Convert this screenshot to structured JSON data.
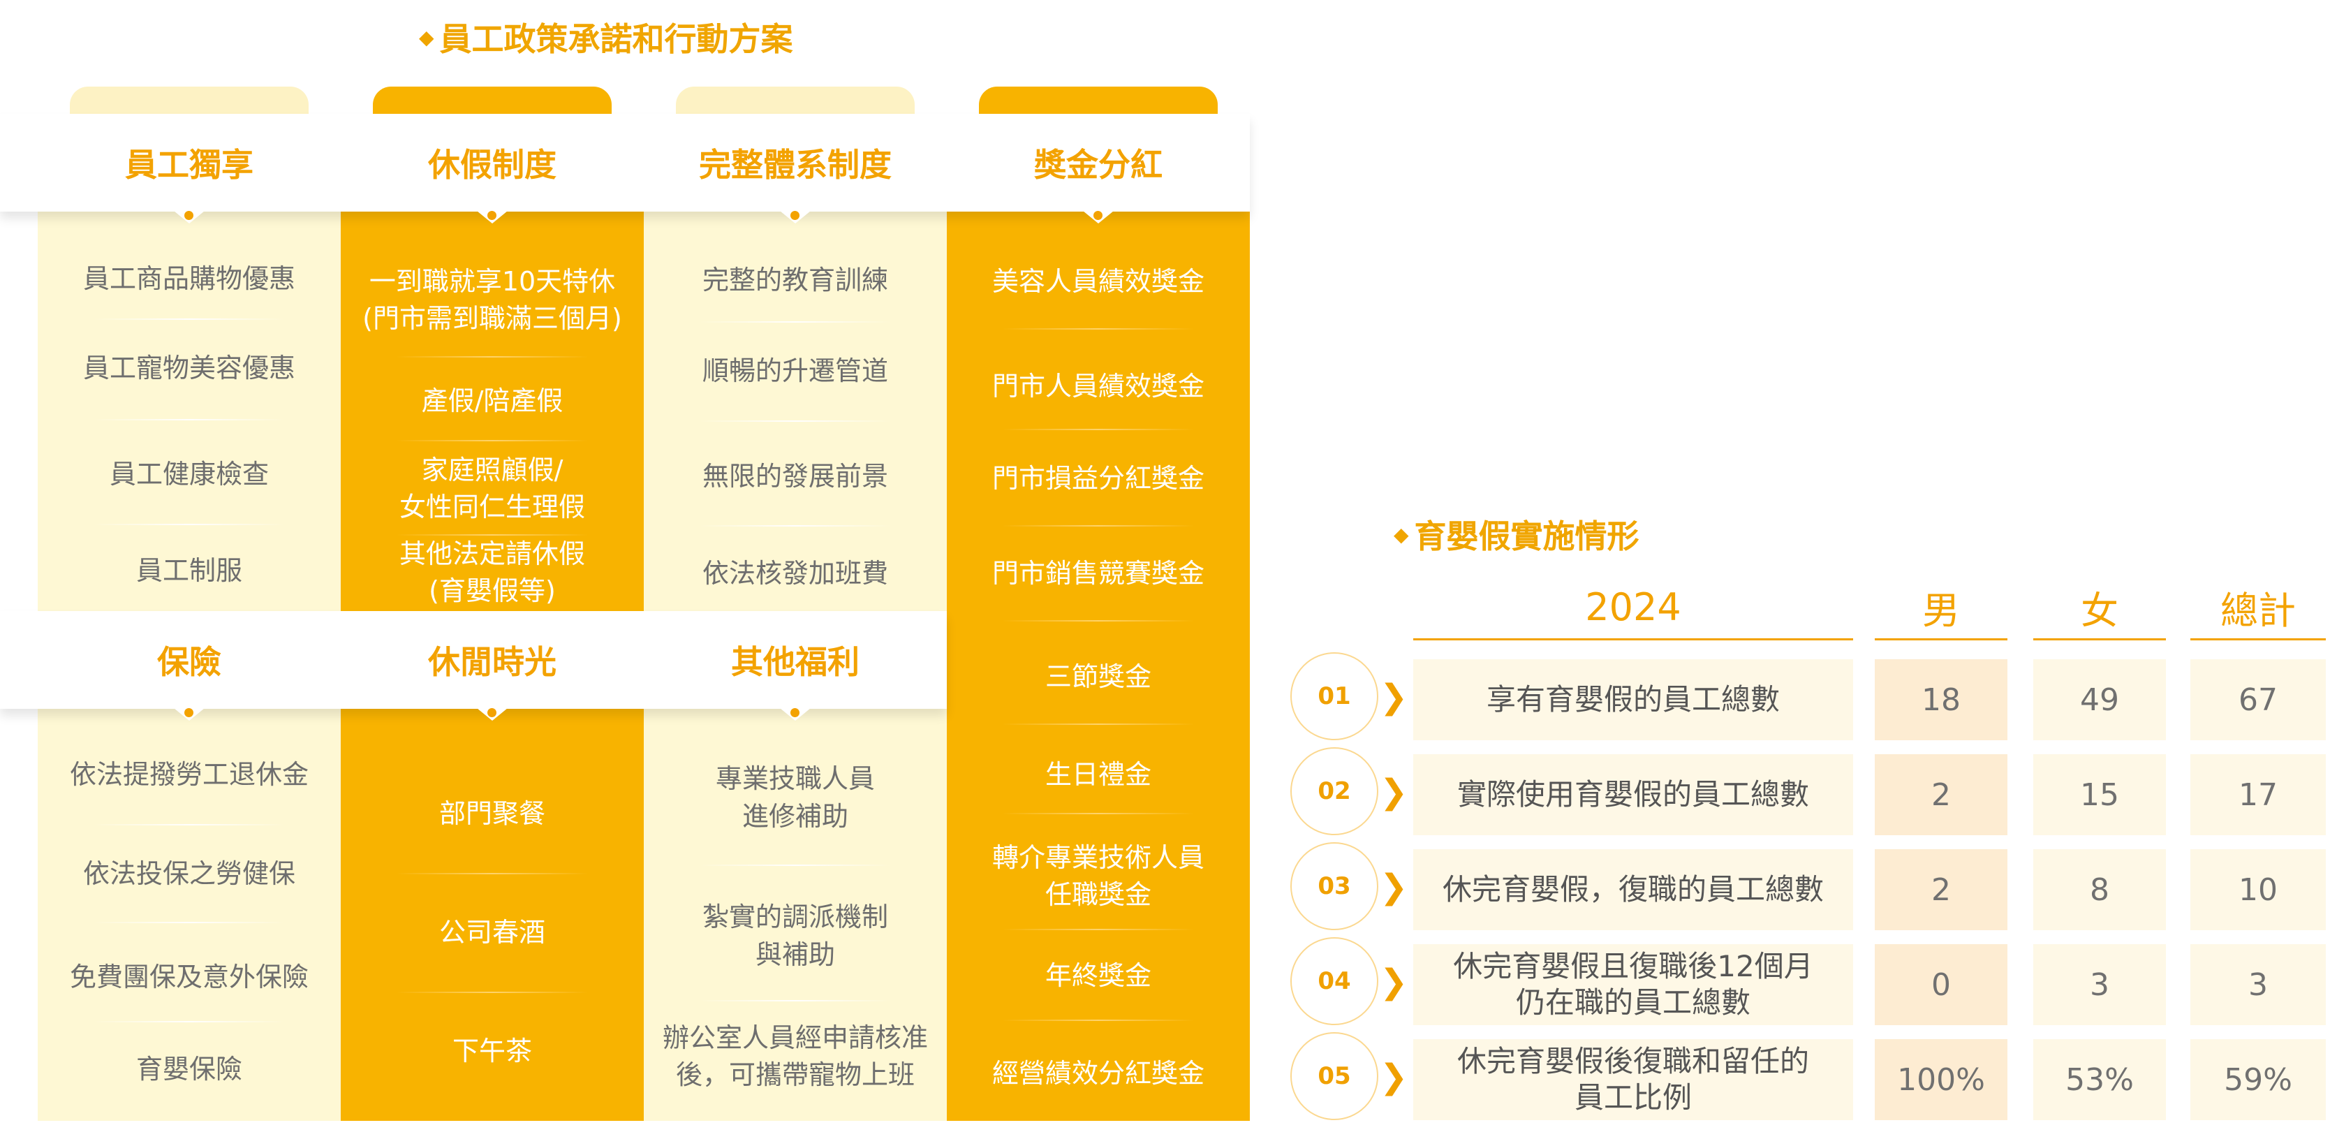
{
  "policy_section": {
    "title": "員工政策承諾和行動方案",
    "columns": [
      {
        "heading": "員工獨享",
        "items": [
          "員工商品購物優惠",
          "員工寵物美容優惠",
          "員工健康檢查",
          "員工制服"
        ]
      },
      {
        "heading": "休假制度",
        "items": [
          "一到職就享10天特休\n(門市需到職滿三個月)",
          "產假/陪產假",
          "家庭照顧假/\n女性同仁生理假",
          "其他法定請休假\n(育嬰假等)"
        ]
      },
      {
        "heading": "完整體系制度",
        "items": [
          "完整的教育訓練",
          "順暢的升遷管道",
          "無限的發展前景",
          "依法核發加班費"
        ]
      },
      {
        "heading": "獎金分紅",
        "items": [
          "美容人員績效獎金",
          "門市人員績效獎金",
          "門市損益分紅獎金",
          "門市銷售競賽獎金",
          "三節獎金",
          "生日禮金",
          "轉介專業技術人員\n任職獎金",
          "年終獎金",
          "經營績效分紅獎金"
        ]
      },
      {
        "heading": "保險",
        "items": [
          "依法提撥勞工退休金",
          "依法投保之勞健保",
          "免費團保及意外保險",
          "育嬰保險"
        ]
      },
      {
        "heading": "休閒時光",
        "items": [
          "部門聚餐",
          "公司春酒",
          "下午茶"
        ]
      },
      {
        "heading": "其他福利",
        "items": [
          "專業技職人員\n進修補助",
          "紮實的調派機制\n與補助",
          "辦公室人員經申請核准\n後，可攜帶寵物上班"
        ]
      }
    ]
  },
  "parental_leave": {
    "title": "育嬰假實施情形",
    "headers": {
      "year": "2024",
      "male": "男",
      "female": "女",
      "total": "總計"
    },
    "rows": [
      {
        "num": "01",
        "label": "享有育嬰假的員工總數",
        "male": "18",
        "female": "49",
        "total": "67"
      },
      {
        "num": "02",
        "label": "實際使用育嬰假的員工總數",
        "male": "2",
        "female": "15",
        "total": "17"
      },
      {
        "num": "03",
        "label": "休完育嬰假，復職的員工總數",
        "male": "2",
        "female": "8",
        "total": "10"
      },
      {
        "num": "04",
        "label": "休完育嬰假且復職後12個月\n仍在職的員工總數",
        "male": "0",
        "female": "3",
        "total": "3"
      },
      {
        "num": "05",
        "label": "休完育嬰假後復職和留任的\n員工比例",
        "male": "100%",
        "female": "53%",
        "total": "59%"
      }
    ]
  }
}
